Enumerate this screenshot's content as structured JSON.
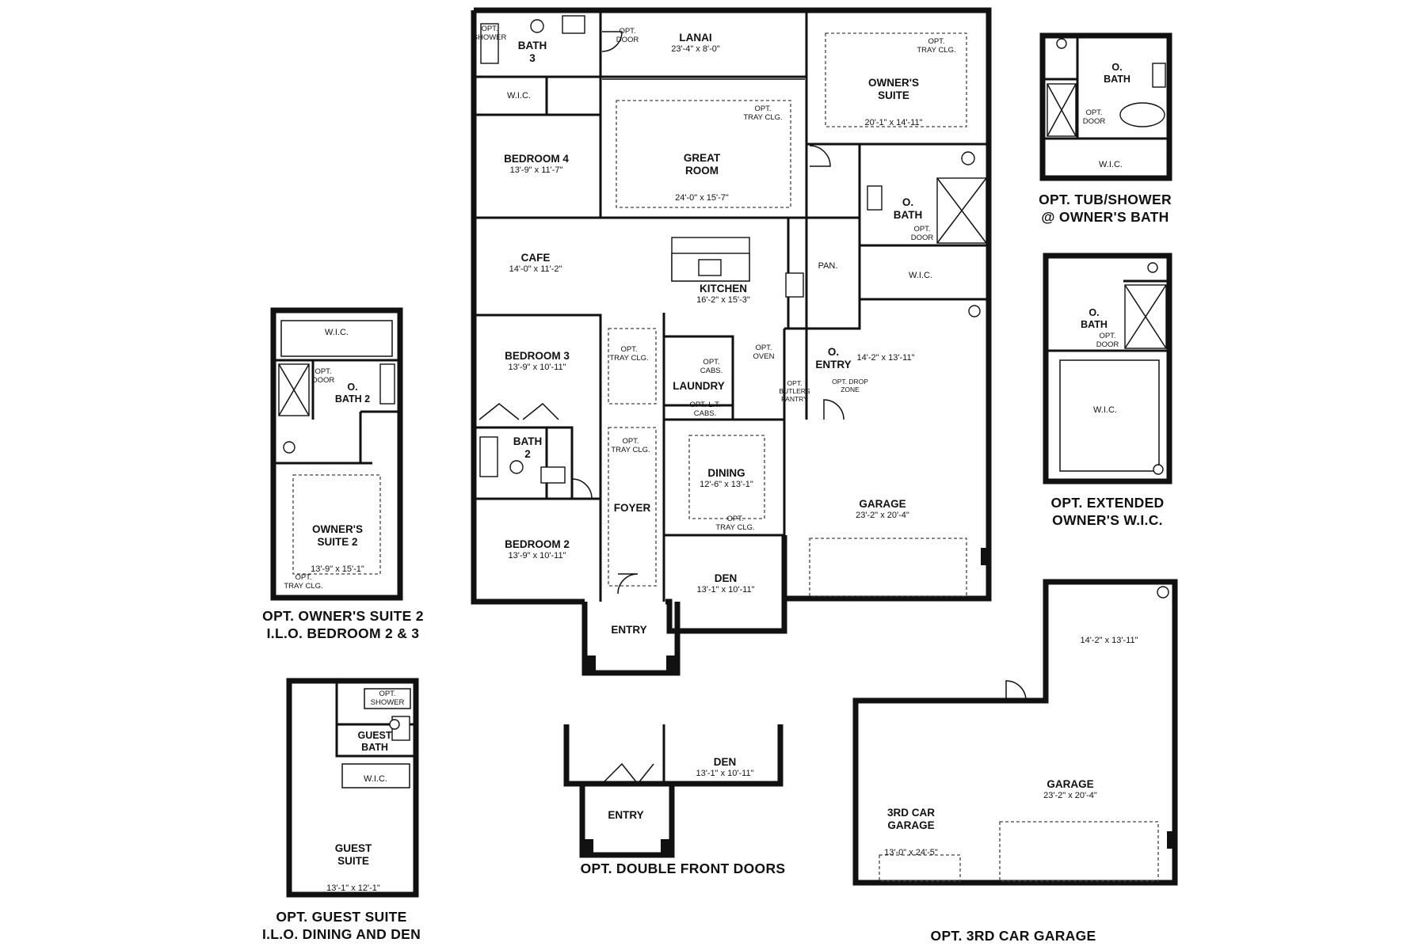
{
  "main_plan": {
    "rooms": {
      "lanai": {
        "name": "LANAI",
        "dim": "23'-4\" x 8'-0\""
      },
      "owners_suite": {
        "name": "OWNER'S\nSUITE",
        "dim": "20'-1\" x 14'-11\""
      },
      "bath3": {
        "name": "BATH\n3"
      },
      "bedroom4": {
        "name": "BEDROOM 4",
        "dim": "13'-9\" x 11'-7\""
      },
      "great_room": {
        "name": "GREAT\nROOM",
        "dim": "24'-0\" x 15'-7\""
      },
      "o_bath": {
        "name": "O.\nBATH"
      },
      "cafe": {
        "name": "CAFE",
        "dim": "14'-0\" x 11'-2\""
      },
      "kitchen": {
        "name": "KITCHEN",
        "dim": "16'-2\" x 15'-3\""
      },
      "pan": {
        "name": "PAN."
      },
      "wic_owner": {
        "name": "W.I.C."
      },
      "wic_bed4": {
        "name": "W.I.C."
      },
      "bedroom3": {
        "name": "BEDROOM 3",
        "dim": "13'-9\" x 10'-11\""
      },
      "laundry": {
        "name": "LAUNDRY"
      },
      "o_entry": {
        "name": "O.\nENTRY"
      },
      "garage_ext": {
        "dim": "14'-2\" x 13'-11\""
      },
      "bath2": {
        "name": "BATH\n2"
      },
      "dining": {
        "name": "DINING",
        "dim": "12'-6\" x 13'-1\""
      },
      "foyer": {
        "name": "FOYER"
      },
      "garage": {
        "name": "GARAGE",
        "dim": "23'-2\" x 20'-4\""
      },
      "bedroom2": {
        "name": "BEDROOM 2",
        "dim": "13'-9\" x 10'-11\""
      },
      "den": {
        "name": "DEN",
        "dim": "13'-1\" x 10'-11\""
      },
      "entry": {
        "name": "ENTRY"
      }
    },
    "notes": {
      "opt_shower": "OPT.\nSHOWER",
      "opt_door_lanai": "OPT.\nDOOR",
      "opt_tray_owner": "OPT.\nTRAY CLG.",
      "opt_tray_great": "OPT.\nTRAY CLG.",
      "opt_door_obath": "OPT.\nDOOR",
      "opt_tray_bed3": "OPT.\nTRAY CLG.",
      "opt_cabs": "OPT.\nCABS.",
      "opt_oven": "OPT.\nOVEN",
      "opt_lt_cabs": "OPT. L.T.\nCABS.",
      "opt_butlers": "OPT.\nBUTLERS\nPANTRY",
      "opt_drop": "OPT. DROP\nZONE",
      "opt_tray_foyer": "OPT.\nTRAY CLG.",
      "opt_tray_dining": "OPT.\nTRAY CLG."
    }
  },
  "opt_tub_shower": {
    "caption": "OPT. TUB/SHOWER\n@ OWNER'S BATH",
    "o_bath": "O.\nBATH",
    "opt_door": "OPT.\nDOOR",
    "wic": "W.I.C."
  },
  "opt_extended_wic": {
    "caption": "OPT. EXTENDED\nOWNER'S W.I.C.",
    "o_bath": "O.\nBATH",
    "opt_door": "OPT.\nDOOR",
    "wic": "W.I.C."
  },
  "opt_owners_suite2": {
    "caption": "OPT. OWNER'S SUITE 2\nI.L.O. BEDROOM 2 & 3",
    "wic": "W.I.C.",
    "opt_door": "OPT.\nDOOR",
    "o_bath2": "O.\nBATH 2",
    "suite": "OWNER'S\nSUITE 2",
    "suite_dim": "13'-9\" x 15'-1\"",
    "opt_tray": "OPT.\nTRAY CLG."
  },
  "opt_guest_suite": {
    "caption": "OPT. GUEST SUITE\nI.L.O. DINING AND DEN",
    "opt_shower": "OPT.\nSHOWER",
    "guest_bath": "GUEST\nBATH",
    "wic": "W.I.C.",
    "suite": "GUEST\nSUITE",
    "suite_dim": "13'-1\" x 12'-1\""
  },
  "opt_double_doors": {
    "caption": "OPT. DOUBLE FRONT DOORS",
    "den": "DEN",
    "den_dim": "13'-1\" x 10'-11\"",
    "entry": "ENTRY"
  },
  "opt_3rd_car": {
    "caption": "OPT. 3RD CAR GARAGE",
    "ext_dim": "14'-2\" x 13'-11\"",
    "third": "3RD CAR\nGARAGE",
    "third_dim": "13'-0\" x 24'-5\"",
    "garage": "GARAGE",
    "garage_dim": "23'-2\" x 20'-4\""
  }
}
